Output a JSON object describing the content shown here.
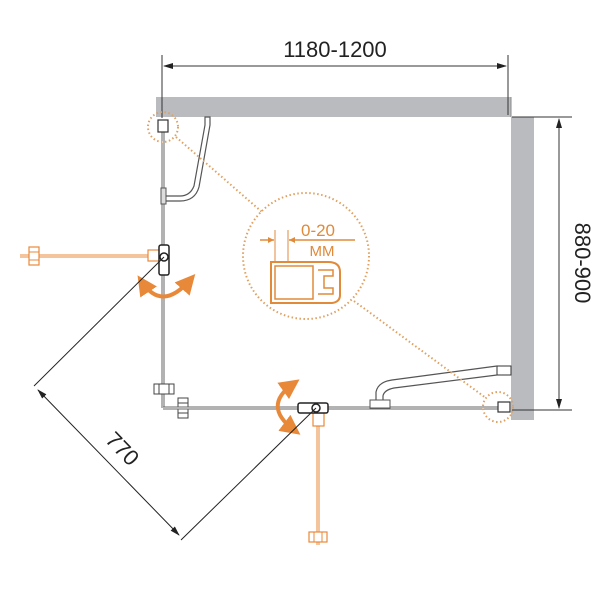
{
  "diagram": {
    "type": "shower-enclosure-plan",
    "dimensions": {
      "width_label": "1180-1200",
      "depth_label": "880-900",
      "door_diagonal_label": "770"
    },
    "detail_callout": {
      "adjustment_label": "0-20",
      "unit_label": "MM"
    },
    "colors": {
      "wall": "#b9bbbe",
      "line": "#555555",
      "accent": "#e8893a",
      "dotted": "#e0a060",
      "text": "#222222"
    }
  }
}
